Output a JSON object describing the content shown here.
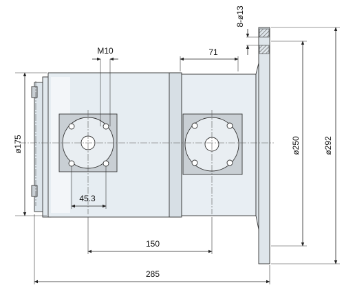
{
  "dimensions": {
    "thread": "M10",
    "flange_holes": "8-ø13",
    "pitch_71": "71",
    "pump_diameter": "ø175",
    "port_spacing": "45.3",
    "stage_spacing": "150",
    "overall_length": "285",
    "bolt_circle": "ø250",
    "flange_diameter": "ø292"
  },
  "colors": {
    "body_fill": "#e6edf2",
    "body_light": "#f1f5f8",
    "port_plate": "#c9cfd4",
    "flange_fill": "#dfe6eb",
    "hatch": "#777777",
    "line": "#222222"
  }
}
